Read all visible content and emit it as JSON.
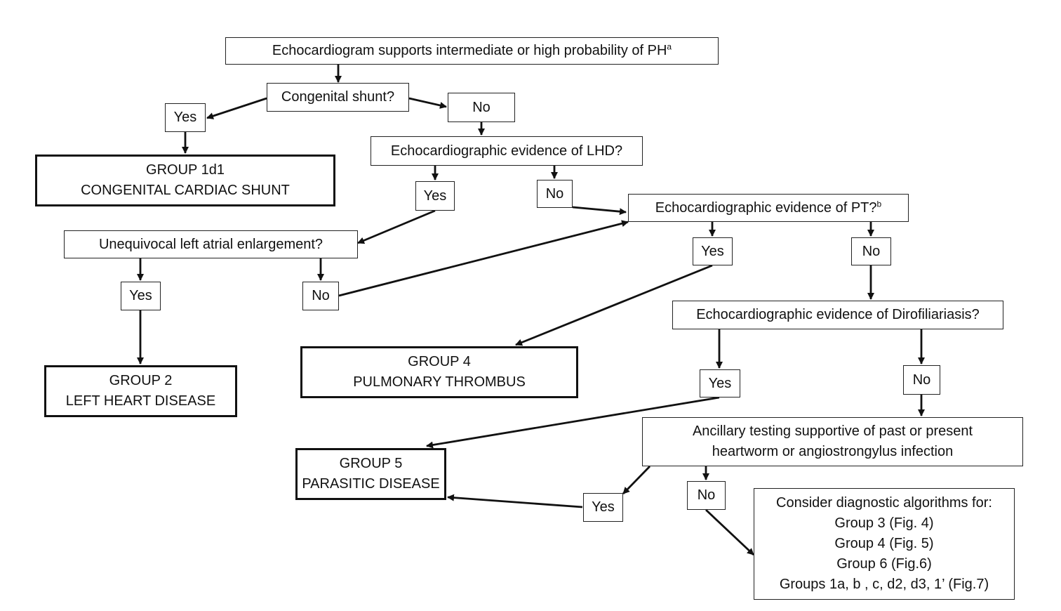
{
  "nodes": {
    "echo_pha": {
      "text": "Echocardiogram supports intermediate or high probability of PH",
      "sup": "a"
    },
    "congenital_shunt": "Congenital shunt?",
    "cs_yes": "Yes",
    "cs_no": "No",
    "group1d1": {
      "line1": "GROUP 1d1",
      "line2": "CONGENITAL CARDIAC SHUNT"
    },
    "lhd_q": "Echocardiographic evidence of LHD?",
    "lhd_yes": "Yes",
    "lhd_no": "No",
    "pt_q": {
      "text": "Echocardiographic evidence of PT?",
      "sup": "b"
    },
    "lae_q": "Unequivocal left atrial enlargement?",
    "lae_yes": "Yes",
    "lae_no": "No",
    "pt_yes": "Yes",
    "pt_no": "No",
    "group2": {
      "line1": "GROUP 2",
      "line2": "LEFT HEART DISEASE"
    },
    "group4": {
      "line1": "GROUP 4",
      "line2": "PULMONARY THROMBUS"
    },
    "diro_q": "Echocardiographic evidence of Dirofiliariasis?",
    "diro_yes": "Yes",
    "diro_no": "No",
    "ancillary": {
      "line1": "Ancillary testing supportive of past or present",
      "line2": "heartworm or angiostrongylus infection"
    },
    "group5": {
      "line1": "GROUP 5",
      "line2": "PARASITIC DISEASE"
    },
    "anc_yes": "Yes",
    "anc_no": "No",
    "consider": {
      "lines": [
        "Consider diagnostic algorithms for:",
        "Group 3 (Fig. 4)",
        "Group 4 (Fig. 5)",
        "Group 6 (Fig.6)",
        "Groups 1a, b , c, d2, d3, 1’ (Fig.7)"
      ]
    }
  }
}
